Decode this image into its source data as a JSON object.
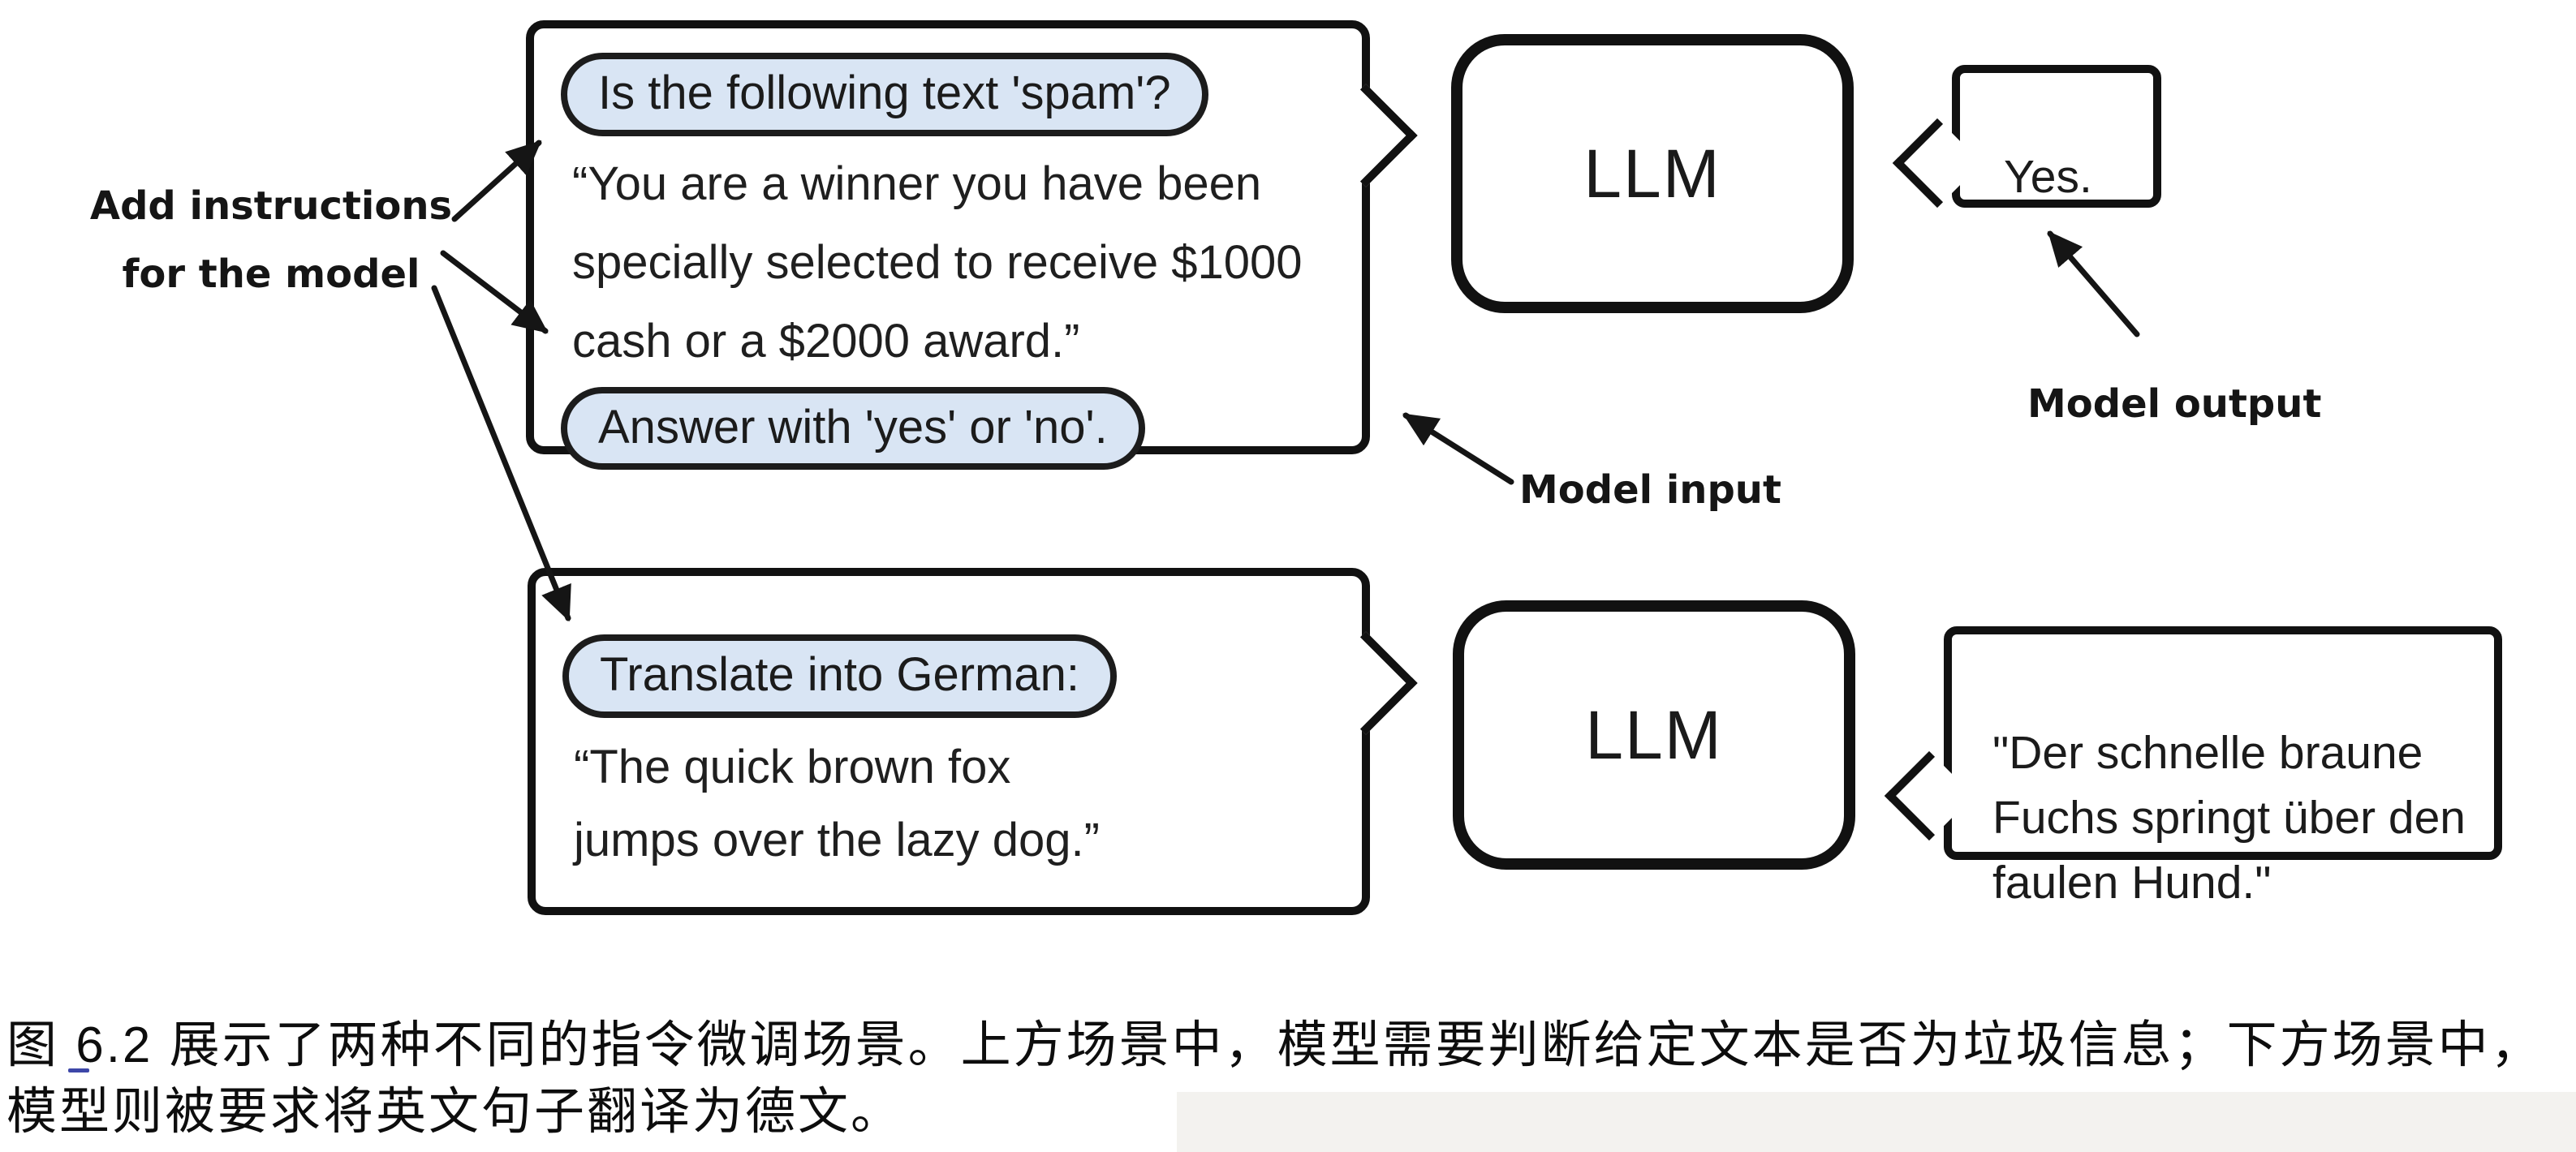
{
  "figure": {
    "annotations": {
      "add_instructions": "Add instructions\nfor the model",
      "model_input": "Model input",
      "model_output": "Model output"
    },
    "spam_scenario": {
      "instruction_top": "Is the following text 'spam'?",
      "document_text": "“You are a winner you have been\nspecially selected to receive $1000\ncash or a $2000 award.”",
      "instruction_bottom": "Answer with 'yes' or 'no'.",
      "model_label": "LLM",
      "output_text": "Yes."
    },
    "translation_scenario": {
      "instruction": "Translate into German:",
      "document_text": "“The quick brown fox\njumps over the lazy dog.”",
      "model_label": "LLM",
      "output_text": "\"Der schnelle braune\nFuchs springt über den\nfaulen Hund.\""
    }
  },
  "caption": "图 6.2 展示了两种不同的指令微调场景。上方场景中，模型需要判断给定文本是否为垃圾信息；下方场景中，\n模型则被要求将英文句子翻译为德文。",
  "colors": {
    "instruction_highlight": "#d9e5f4",
    "line": "#151515",
    "caption_underline": "#3d47a8",
    "page_shade": "#f3f2ef"
  }
}
